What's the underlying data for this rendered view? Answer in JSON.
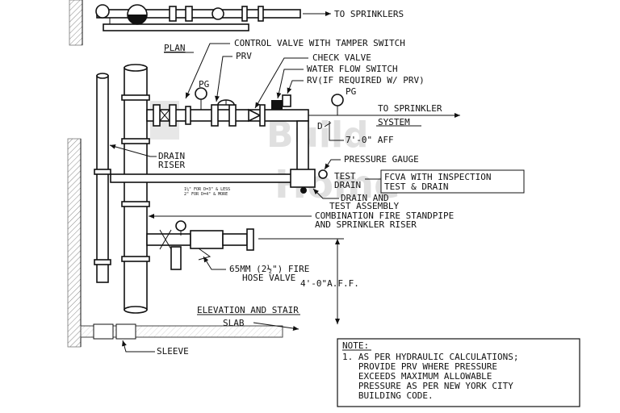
{
  "labels": {
    "top_sprinklers": "TO SPRINKLERS",
    "plan": "PLAN",
    "control_valve": "CONTROL VALVE WITH TAMPER SWITCH",
    "prv": "PRV",
    "check_valve": "CHECK VALVE",
    "water_flow": "WATER FLOW SWITCH",
    "rv": "RV(IF REQUIRED W/ PRV)",
    "pg_left": "PG",
    "pg_right": "PG",
    "to_sprinkler_1": "TO SPRINKLER",
    "to_sprinkler_2": "SYSTEM",
    "d": "D",
    "aff": "7'-0\" AFF",
    "drain_riser_1": "DRAIN",
    "drain_riser_2": "RISER",
    "pressure_gauge": "PRESSURE GAUGE",
    "test_drain_1": "TEST",
    "test_drain_2": "DRAIN",
    "fcva_1": "FCVA WITH INSPECTION",
    "fcva_2": "TEST & DRAIN",
    "drain_assembly_1": "DRAIN AND",
    "drain_assembly_2": "TEST ASSEMBLY",
    "combo_1": "COMBINATION FIRE STANDPIPE",
    "combo_2": "AND SPRINKLER RISER",
    "size_note_1": "1¼\" FOR D=3\" & LESS",
    "size_note_2": "2\" FOR D=4\" & MORE",
    "hose_valve_1": "65MM (2½\") FIRE",
    "hose_valve_2": "HOSE VALVE",
    "aff_hose": "4'-0\"A.F.F.",
    "elevation": "ELEVATION AND STAIR",
    "slab": "SLAB",
    "sleeve": "SLEEVE"
  },
  "note": {
    "title": "NOTE:",
    "lines": [
      "1. AS PER HYDRAULIC CALCULATIONS;",
      "   PROVIDE PRV WHERE PRESSURE",
      "   EXCEEDS MAXIMUM ALLOWABLE",
      "   PRESSURE AS PER NEW YORK CITY",
      "   BUILDING CODE."
    ]
  },
  "watermark": {
    "line1": "Build",
    "line2": "Home"
  }
}
